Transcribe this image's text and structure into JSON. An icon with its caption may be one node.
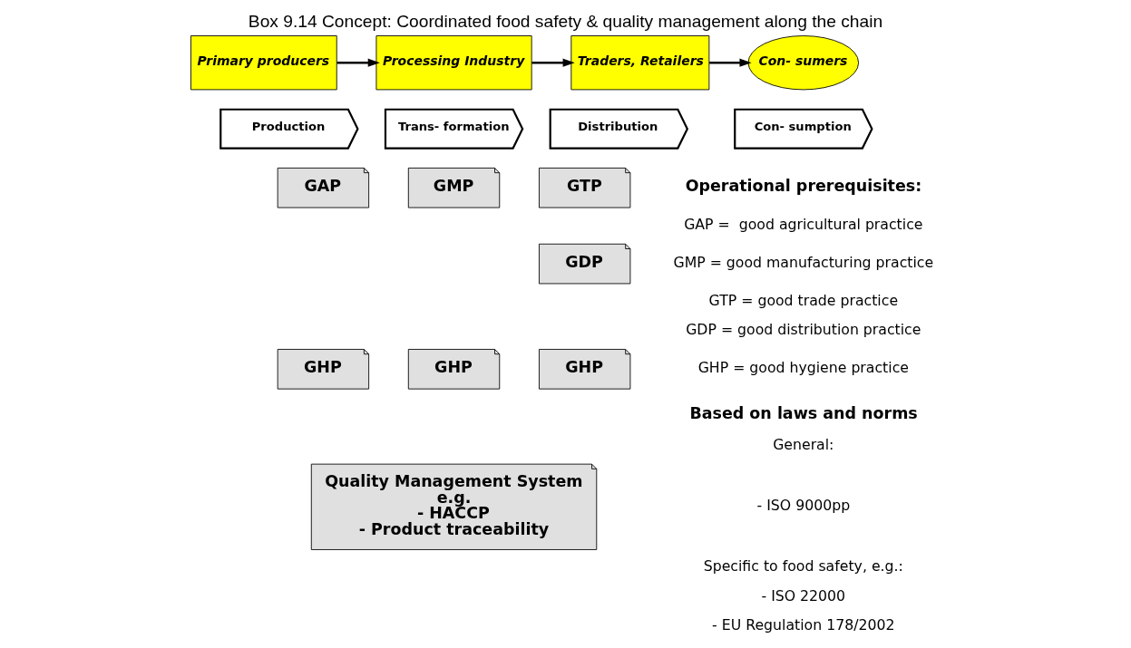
{
  "diagram": {
    "title": "Box 9.14 Concept: Coordinated food safety & quality management along the chain",
    "nodes": [
      {
        "text": [
          "Primary producers"
        ]
      },
      {
        "text": [
          "Processing Industry"
        ]
      },
      {
        "text": [
          "Traders, Retailers"
        ]
      },
      {
        "text": [
          "Con- sumers"
        ]
      },
      {
        "text": [
          "Production"
        ]
      },
      {
        "text": [
          "Trans- formation"
        ]
      },
      {
        "text": [
          "Distribution"
        ]
      },
      {
        "text": [
          "Con- sumption"
        ]
      },
      {
        "text": [
          "GAP"
        ]
      },
      {
        "text": [
          "GMP"
        ]
      },
      {
        "text": [
          "GTP"
        ]
      },
      {
        "text": [
          "GDP"
        ]
      },
      {
        "text": [
          "GHP"
        ]
      },
      {
        "text": [
          "GHP"
        ]
      },
      {
        "text": [
          "GHP"
        ]
      },
      {
        "text": [
          "Quality Management System",
          "e.g.",
          "- HACCP",
          "- Product traceability"
        ]
      }
    ],
    "edges": [
      {
        "from": 0,
        "to": 1,
        "arrow": "to"
      },
      {
        "from": 1,
        "to": 2,
        "arrow": "to"
      },
      {
        "from": 2,
        "to": 3,
        "arrow": "to"
      }
    ],
    "labels": [
      "Operational prerequisites:",
      "GAP =  good agricultural practice",
      "GMP = good manufacturing practice",
      "GTP = good trade practice",
      "GDP = good distribution practice",
      "GHP = good hygiene practice",
      "Based on laws and norms",
      "General:",
      "- ISO 9000pp",
      "Specific to food safety, e.g.:",
      "- ISO 22000",
      "- EU Regulation 178/2002"
    ]
  }
}
